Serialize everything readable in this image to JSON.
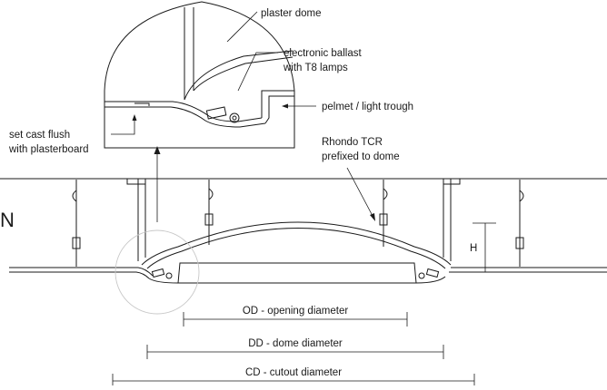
{
  "labels": {
    "plaster_dome": "plaster dome",
    "ballast_line1": "electronic ballast",
    "ballast_line2": "with T8 lamps",
    "pelmet": "pelmet / light trough",
    "cast_line1": "set cast flush",
    "cast_line2": "with plasterboard",
    "rhondo_line1": "Rhondo TCR",
    "rhondo_line2": "prefixed to dome",
    "height": "H",
    "edge_letter": "N"
  },
  "dimensions": {
    "opening": "OD - opening diameter",
    "dome": "DD - dome diameter",
    "cutout": "CD - cutout diameter"
  }
}
